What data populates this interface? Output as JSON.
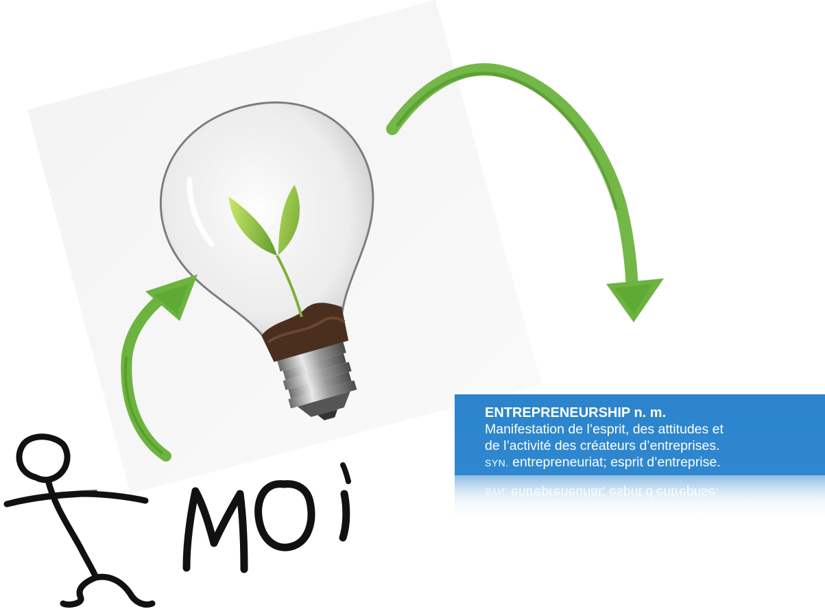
{
  "handwritten_label": "MOI",
  "definition": {
    "term": "ENTREPRENEURSHIP n. m.",
    "line1": "Manifestation de l’esprit, des attitudes et",
    "line2": "de l’activité des créateurs d’entreprises.",
    "syn_abbr": "SYN.",
    "syn_text": " entrepreneuriat; esprit d’entreprise."
  },
  "colors": {
    "arrow_green": "#6db33f",
    "card_blue": "#2e86cd",
    "ink": "#111111"
  },
  "icons": [
    "lightbulb-with-sprout-icon",
    "stick-figure-icon",
    "curved-arrow-icon"
  ]
}
